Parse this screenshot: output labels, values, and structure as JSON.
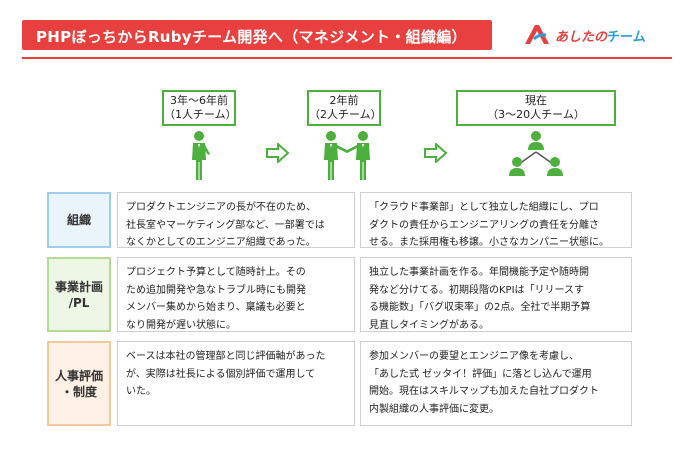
{
  "header": {
    "title": "PHPぼっちからRubyチーム開発へ（マネジメント・組織編）",
    "brand_prefix": "あしたの",
    "brand_suffix": "チーム"
  },
  "phases": [
    {
      "line1": "3年～6年前",
      "line2": "（1人チーム）"
    },
    {
      "line1": "2年前",
      "line2": "（2人チーム）"
    },
    {
      "line1": "現在",
      "line2": "（3～20人チーム）"
    }
  ],
  "rows": [
    {
      "label_lines": [
        "組織"
      ],
      "before": [
        "プロダクトエンジニアの長が不在のため、",
        "社長室やマーケティング部など、一部署では",
        "なくかとしてのエンジニア組織であった。"
      ],
      "after": [
        "「クラウド事業部」として独立した組織にし、プロ",
        "ダクトの責任からエンジニアリングの責任を分離さ",
        "せる。また採用権も移譲。小さなカンパニー状態に。"
      ]
    },
    {
      "label_lines": [
        "事業計画",
        "/PL"
      ],
      "before": [
        "プロジェクト予算として随時計上。その",
        "ため追加開発や急なトラブル時にも開発",
        "メンバー集めから始まり、稟議も必要と",
        "なり開発が遅い状態に。"
      ],
      "after": [
        "独立した事業計画を作る。年間機能予定や随時開",
        "発など分けてる。初期段階のKPIは「リリースす",
        "る機能数」「バグ収束率」の2点。全社で半期予算",
        "見直しタイミングがある。"
      ]
    },
    {
      "label_lines": [
        "人事評価",
        "・制度"
      ],
      "before": [
        "ベースは本社の管理部と同じ評価軸があった",
        "が、実際は社長による個別評価で運用して",
        "いた。"
      ],
      "after": [
        "参加メンバーの要望とエンジニア像を考慮し、",
        "「あした式 ゼッタイ！評価」に落とし込んで運用",
        "開始。現在はスキルマップも加えた自社プロダクト",
        "内製組織の人事評価に変更。"
      ]
    }
  ],
  "colors": {
    "header_red": "#e8403f",
    "phase_green": "#4caf3e",
    "label_blue": "#eaf4fb",
    "label_green": "#eef7e6",
    "label_orange": "#fdf1e6"
  },
  "icons": [
    "single-person-icon",
    "two-people-handshake-icon",
    "team-hierarchy-icon",
    "right-arrow-icon"
  ]
}
